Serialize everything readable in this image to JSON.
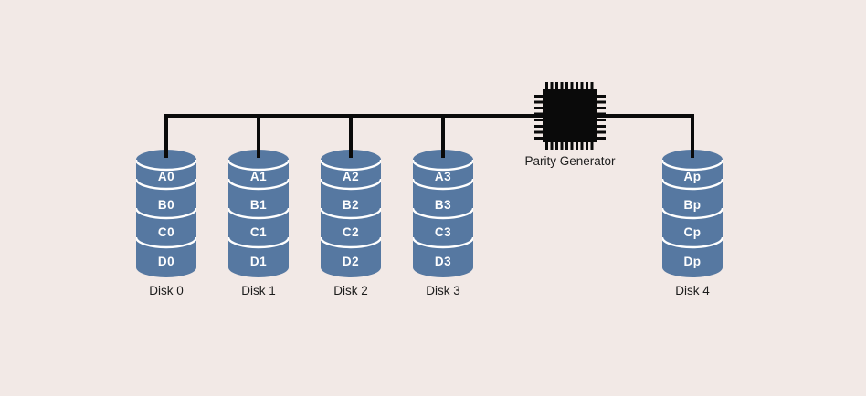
{
  "colors": {
    "background": "#f2e9e6",
    "disk_fill": "#5678a1",
    "separator": "#ffffff",
    "line": "#0a0a0a",
    "block_text": "#ffffff",
    "label_text": "#1c1c1c"
  },
  "parity": {
    "label": "Parity Generator",
    "icon": "chip-icon"
  },
  "disks": [
    {
      "label": "Disk 0",
      "blocks": [
        "A0",
        "B0",
        "C0",
        "D0"
      ]
    },
    {
      "label": "Disk 1",
      "blocks": [
        "A1",
        "B1",
        "C1",
        "D1"
      ]
    },
    {
      "label": "Disk 2",
      "blocks": [
        "A2",
        "B2",
        "C2",
        "D2"
      ]
    },
    {
      "label": "Disk 3",
      "blocks": [
        "A3",
        "B3",
        "C3",
        "D3"
      ]
    },
    {
      "label": "Disk 4",
      "blocks": [
        "Ap",
        "Bp",
        "Cp",
        "Dp"
      ]
    }
  ]
}
